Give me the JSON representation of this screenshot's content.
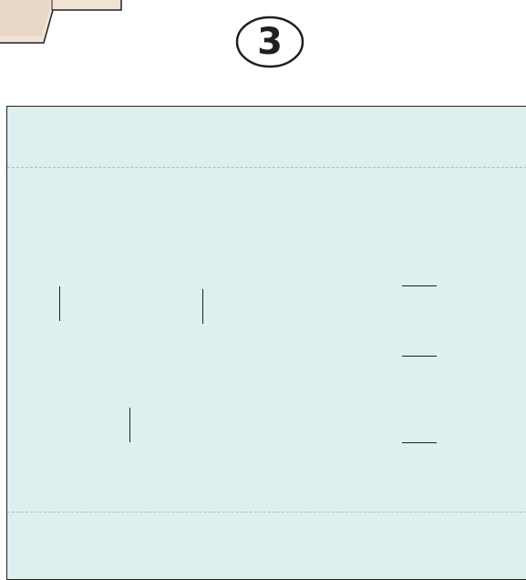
{
  "step": {
    "number": "3"
  },
  "colors": {
    "panel_fill": "#ddefef",
    "outline": "#231f20",
    "fold_line": "#b7bcbc",
    "corner_fill": "#f0e3d6"
  },
  "panel": {
    "fold_lines": 2,
    "vertical_slits": 3,
    "horizontal_slits": 3
  }
}
